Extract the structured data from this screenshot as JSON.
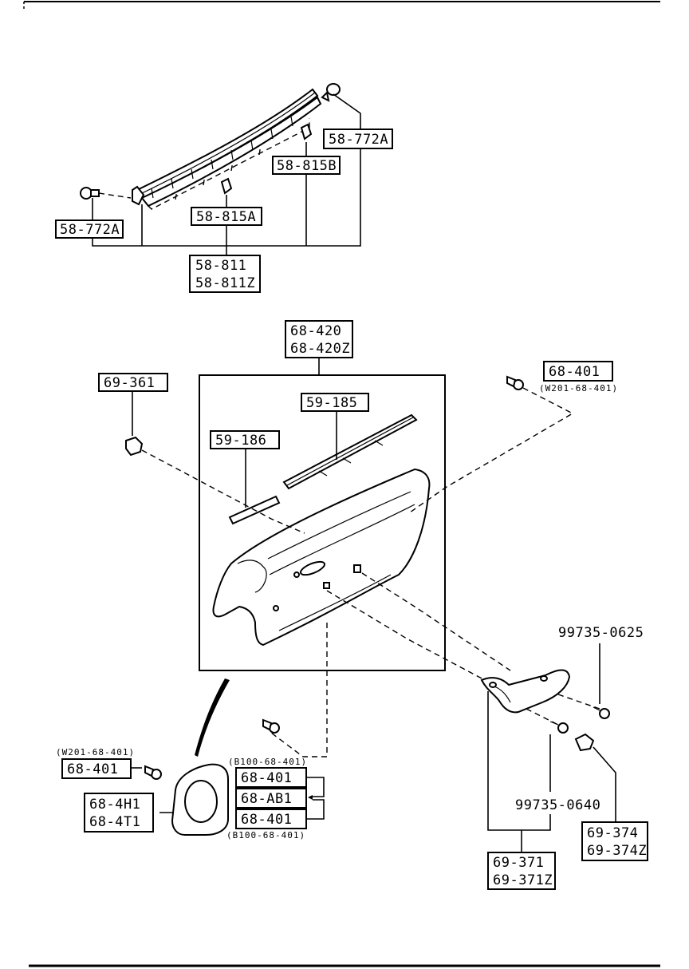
{
  "labels": {
    "p58_772a_right": "58-772A",
    "p58_815b": "58-815B",
    "p58_772a_left": "58-772A",
    "p58_815a": "58-815A",
    "p58_811": "58-811",
    "p58_811z": "58-811Z",
    "p68_420": "68-420",
    "p68_420z": "68-420Z",
    "p69_361": "69-361",
    "p59_185": "59-185",
    "p59_186": "59-186",
    "p68_401_top": "68-401",
    "note_w201_top": "(W201-68-401)",
    "p99735_0625": "99735-0625",
    "note_w201_left": "(W201-68-401)",
    "p68_401_left": "68-401",
    "p68_4h1": "68-4H1",
    "p68_4t1": "68-4T1",
    "note_b100_top": "(B100-68-401)",
    "p68_401_mid1": "68-401",
    "p68_ab1": "68-AB1",
    "p68_401_mid2": "68-401",
    "note_b100_bottom": "(B100-68-401)",
    "p99735_0640": "99735-0640",
    "p69_374": "69-374",
    "p69_374z": "69-374Z",
    "p69_371": "69-371",
    "p69_371z": "69-371Z"
  }
}
